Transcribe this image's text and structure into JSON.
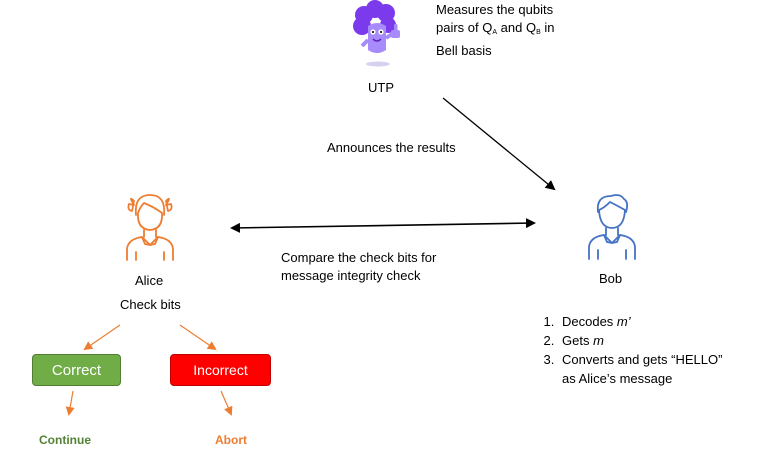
{
  "utp": {
    "label": "UTP",
    "note_line1": "Measures the qubits",
    "note_line2_a": "pairs of Q",
    "note_sub_a": "A",
    "note_line2_b": " and Q",
    "note_sub_b": "B",
    "note_line2_c": " in",
    "note_line3": "Bell basis"
  },
  "announce": "Announces the results",
  "compare_line1": "Compare the check bits for",
  "compare_line2": "message integrity check",
  "alice": {
    "name": "Alice",
    "action": "Check bits"
  },
  "bob": {
    "name": "Bob",
    "steps": [
      {
        "num": "1.",
        "prefix": "Decodes ",
        "var": "m’",
        "suffix": ""
      },
      {
        "num": "2.",
        "prefix": "Gets ",
        "var": "m",
        "suffix": ""
      },
      {
        "num": "3.",
        "prefix": "Converts and gets “HELLO”",
        "var": "",
        "suffix": ""
      }
    ],
    "step3_cont": "as Alice’s message"
  },
  "outcomes": {
    "correct": {
      "label": "Correct",
      "next": "Continue"
    },
    "incorrect": {
      "label": "Incorrect",
      "next": "Abort"
    }
  },
  "colors": {
    "alice": "#ED7D31",
    "bob": "#4472C4",
    "correct_fill": "#70AD47",
    "incorrect_fill": "#FF0000",
    "continue_text": "#548235",
    "abort_text": "#ED7D31",
    "utp_purple": "#8B5CF6"
  }
}
